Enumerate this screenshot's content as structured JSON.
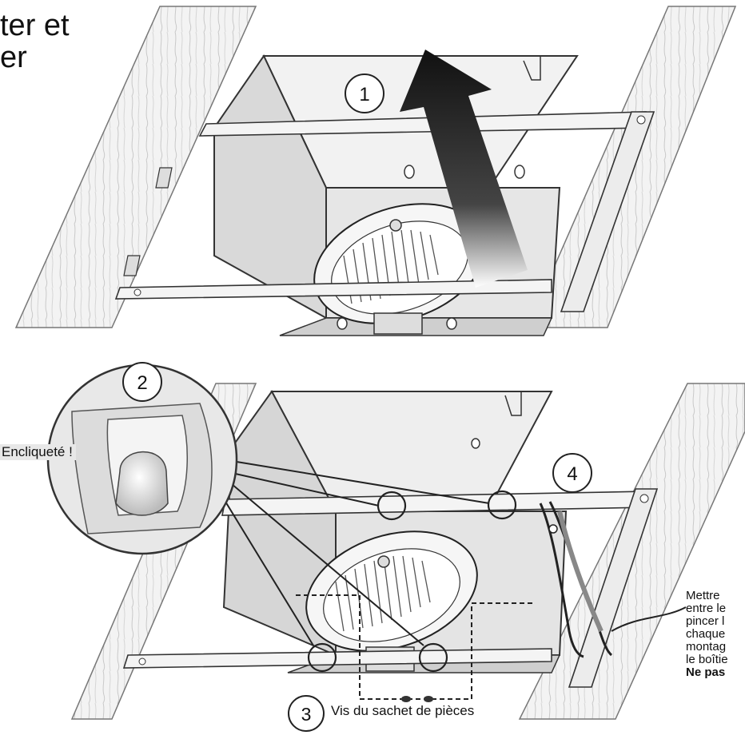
{
  "title": {
    "line1": "ter et",
    "line2": "er"
  },
  "steps": [
    {
      "number": "1"
    },
    {
      "number": "2"
    },
    {
      "number": "3",
      "caption": "Vis du sachet de pièces"
    },
    {
      "number": "4"
    }
  ],
  "callouts": {
    "snap": "Encliqueté !"
  },
  "side_note": {
    "lines": [
      "Mettre",
      "entre le",
      "pincer l",
      " chaque",
      "montag",
      "le boîtie"
    ],
    "warning": "Ne pas"
  }
}
